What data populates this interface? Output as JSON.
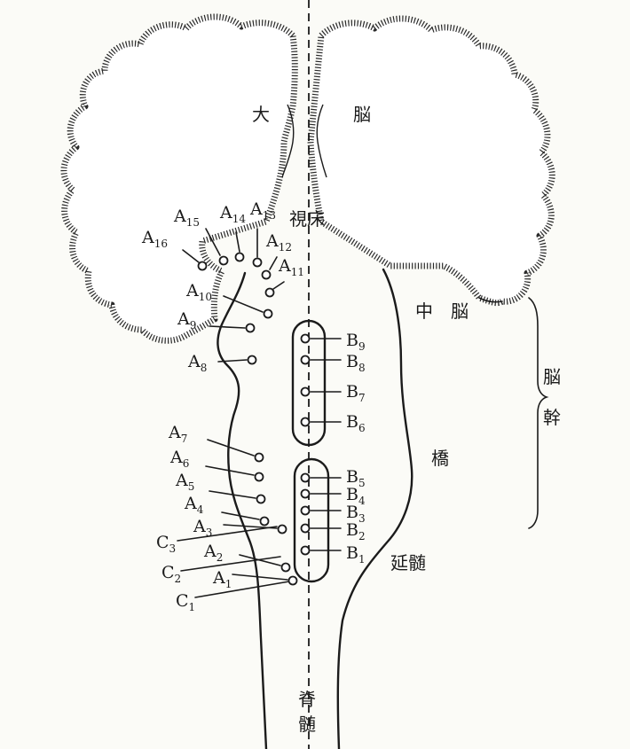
{
  "labels": {
    "cerebrum_left": "大",
    "cerebrum_right": "脳",
    "thalamus": "視床",
    "midbrain": "中　脳",
    "brainstem_1": "脳",
    "brainstem_2": "幹",
    "pons": "橋",
    "medulla": "延髄",
    "spinal_1": "脊",
    "spinal_2": "髄"
  },
  "groups": {
    "A": [
      {
        "letter": "A",
        "sub": "1"
      },
      {
        "letter": "A",
        "sub": "2"
      },
      {
        "letter": "A",
        "sub": "3"
      },
      {
        "letter": "A",
        "sub": "4"
      },
      {
        "letter": "A",
        "sub": "5"
      },
      {
        "letter": "A",
        "sub": "6"
      },
      {
        "letter": "A",
        "sub": "7"
      },
      {
        "letter": "A",
        "sub": "8"
      },
      {
        "letter": "A",
        "sub": "9"
      },
      {
        "letter": "A",
        "sub": "10"
      },
      {
        "letter": "A",
        "sub": "11"
      },
      {
        "letter": "A",
        "sub": "12"
      },
      {
        "letter": "A",
        "sub": "13"
      },
      {
        "letter": "A",
        "sub": "14"
      },
      {
        "letter": "A",
        "sub": "15"
      },
      {
        "letter": "A",
        "sub": "16"
      }
    ],
    "B": [
      {
        "letter": "B",
        "sub": "1"
      },
      {
        "letter": "B",
        "sub": "2"
      },
      {
        "letter": "B",
        "sub": "3"
      },
      {
        "letter": "B",
        "sub": "4"
      },
      {
        "letter": "B",
        "sub": "5"
      },
      {
        "letter": "B",
        "sub": "6"
      },
      {
        "letter": "B",
        "sub": "7"
      },
      {
        "letter": "B",
        "sub": "8"
      },
      {
        "letter": "B",
        "sub": "9"
      }
    ],
    "C": [
      {
        "letter": "C",
        "sub": "1"
      },
      {
        "letter": "C",
        "sub": "2"
      },
      {
        "letter": "C",
        "sub": "3"
      }
    ]
  }
}
